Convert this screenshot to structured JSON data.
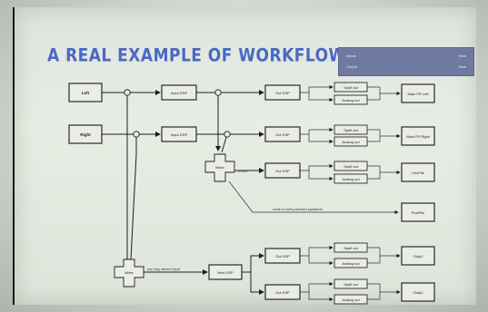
{
  "slide": {
    "title": "A REAL EXAMPLE OF WORKFLOW"
  },
  "legend": {
    "row1_label": "Inputs",
    "row1_value": "Rate",
    "row2_label": "Output",
    "row2_value": "Rate"
  },
  "diagram": {
    "sources": {
      "left": "Left",
      "right": "Right"
    },
    "input_dsp_1": "Input DSP",
    "input_dsp_2": "Input DSP",
    "out_dsp": "Out DSP",
    "new_dsp": "New DSP",
    "mixer_upper": "Mixer",
    "mixer_lower": "Mixer",
    "spdif_out": "Spdif out",
    "analog_out": "Analog out",
    "main_fr_left": "Main FR Left",
    "main_fr_right": "Main FR Right",
    "centre": "CenFile",
    "post_file": "PostFile",
    "output_1": "Outp1",
    "output_2": "Outp2",
    "note_mix": "mono",
    "note_route": "route to self-powered speakers",
    "note_lower": "use any stereo input"
  }
}
